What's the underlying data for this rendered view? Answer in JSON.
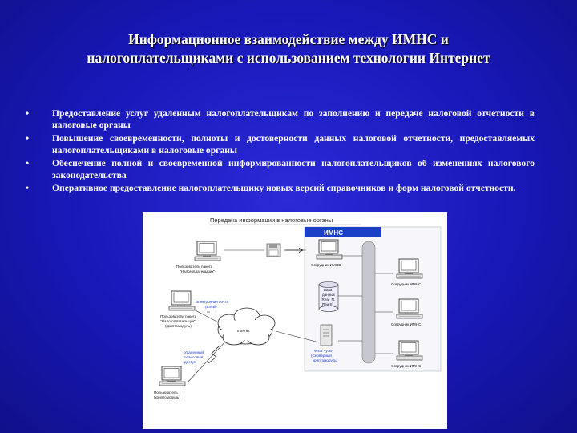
{
  "slide": {
    "title_line1": "Информационное взаимодействие между ИМНС и",
    "title_line2": "налогоплательщиками с использованием технологии Интернет"
  },
  "bullets": [
    "Предоставление услуг удаленным налогоплательщикам по заполнению и передаче налоговой отчетности в налоговые органы",
    "Повышение своевременности, полноты и достоверности данных налоговой отчетности, предоставляемых налогоплательщиками в налоговые органы",
    "Обеспечение полной и своевременной информированности налогоплательщиков об изменениях налогового законодательства",
    "Оперативное предоставление налогоплательщику новых версий справочников и форм налоговой отчетности."
  ],
  "bullet_symbol": "•",
  "diagram": {
    "title": "Передача информации в налоговые органы",
    "imns_label": "ИМНС",
    "user_pkg_1": [
      "Пользователь пакета",
      "\"Налогоплательщик\""
    ],
    "user_pkg_2": [
      "Пользователь пакета",
      "\"Налогоплательщик\"",
      "(криптомодуль)"
    ],
    "user_crypto": [
      "Пользователь",
      "(криптомодуль)"
    ],
    "email_label": [
      "Электронная почта",
      "(Email)"
    ],
    "internet_label": "Internet",
    "remote_access_label": [
      "Удаленный",
      "сеансовый",
      "доступ"
    ],
    "database_label": [
      "База",
      "данных",
      "(Real_N,",
      "RealS)"
    ],
    "web_node_label": [
      "WEB - узел",
      "(Серверный",
      "криптомодуль)"
    ],
    "employees": [
      "Сотрудник ИМНС",
      "Сотрудник ИМНС",
      "Сотрудник ИМНС",
      "Сотрудник ИМНС"
    ]
  },
  "colors": {
    "background": "#1818b8",
    "imns_header": "#1a40c8",
    "diagram_link": "#1c3cc8"
  }
}
